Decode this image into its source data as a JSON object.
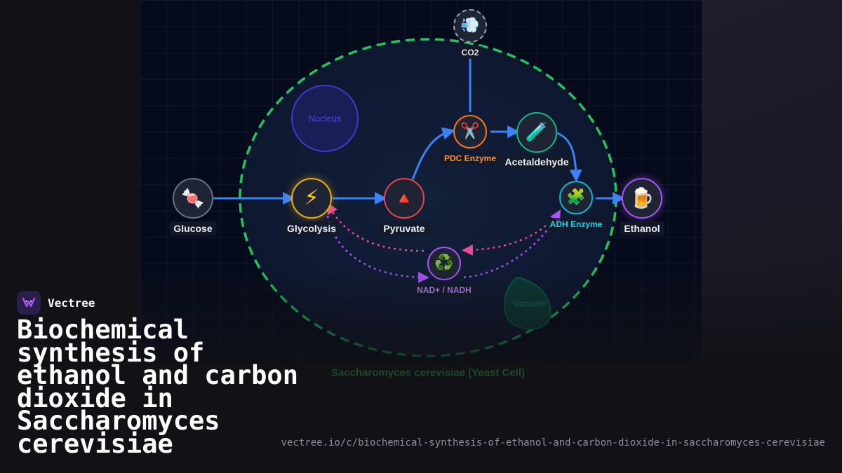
{
  "brand": {
    "name": "Vectree",
    "logo_icon": "vectree-logo-icon"
  },
  "headline": "Biochemical synthesis of ethanol and carbon dioxide in Saccharomyces cerevisiae",
  "url": "vectree.io/c/biochemical-synthesis-of-ethanol-and-carbon-dioxide-in-saccharomyces-cerevisiae",
  "diagram": {
    "cell_label": "Saccharomyces cerevisiae (Yeast Cell)",
    "organelles": {
      "nucleus": "Nucleus",
      "vacuole": "Vacuole"
    },
    "nodes": {
      "glucose": {
        "label": "Glucose",
        "icon": "candy-icon",
        "glyph": "🍬",
        "color": "#6b7280"
      },
      "glycolysis": {
        "label": "Glycolysis",
        "icon": "lightning-icon",
        "glyph": "⚡",
        "color": "#eab308"
      },
      "pyruvate": {
        "label": "Pyruvate",
        "icon": "red-triangle-icon",
        "glyph": "🔺",
        "color": "#ef4444"
      },
      "pdc_enzyme": {
        "label": "PDC Enzyme",
        "icon": "scissors-icon",
        "glyph": "✂️",
        "color": "#f97316"
      },
      "co2": {
        "label": "CO2",
        "icon": "dash-wind-icon",
        "glyph": "💨",
        "color": "#9ca3af"
      },
      "acetaldehyde": {
        "label": "Acetaldehyde",
        "icon": "test-tube-icon",
        "glyph": "🧪",
        "color": "#10b981"
      },
      "adh_enzyme": {
        "label": "ADH Enzyme",
        "icon": "puzzle-piece-icon",
        "glyph": "🧩",
        "color": "#06b6d4"
      },
      "ethanol": {
        "label": "Ethanol",
        "icon": "beer-mug-icon",
        "glyph": "🍺",
        "color": "#a855f7"
      },
      "nad": {
        "label": "NAD+ / NADH",
        "icon": "recycle-icon",
        "glyph": "♻️",
        "color": "#a855f7"
      }
    },
    "colors": {
      "flow_arrow": "#3b82f6",
      "cell_membrane": "#22c55e",
      "nad_pink": "#ec4899",
      "nad_purple": "#a855f7",
      "nucleus": "#4338ca",
      "vacuole": "#065f46"
    }
  }
}
